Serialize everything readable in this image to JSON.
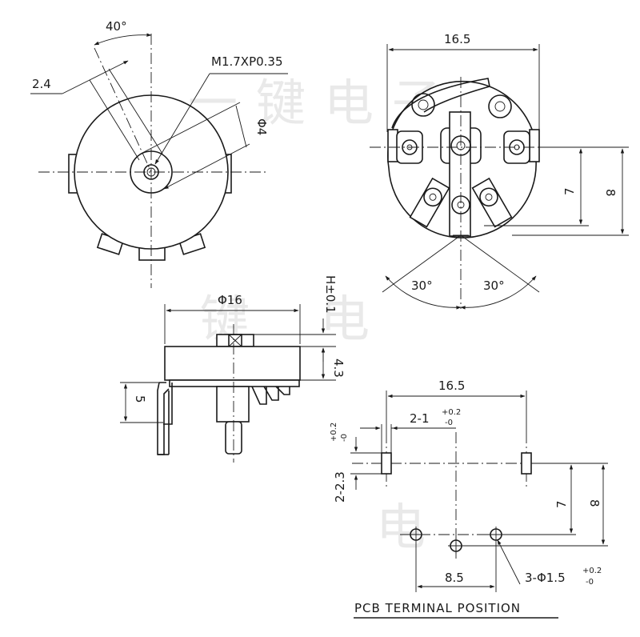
{
  "watermark": {
    "c1": "一",
    "c2": "键",
    "c3": "电",
    "c4": "子"
  },
  "front_view": {
    "angle_label": "40°",
    "slot_width_label": "2.4",
    "thread_label": "M1.7XP0.35",
    "shaft_dia_label": "Φ4"
  },
  "rear_view": {
    "width_label": "16.5",
    "offset_label": "7",
    "height_label": "8",
    "angle_left_label": "30°",
    "angle_right_label": "30°"
  },
  "side_view": {
    "dia_label": "Φ16",
    "height_label": "H±0.1",
    "thickness_label": "4.3",
    "pin_label": "5"
  },
  "pcb_view": {
    "width_label": "16.5",
    "slot_w_label": "2-1",
    "slot_w_tol_top": "+0.2",
    "slot_w_tol_bot": "-0",
    "slot_h_label": "2-2.3",
    "slot_h_tol_top": "+0.2",
    "slot_h_tol_bot": "-0",
    "offset_label": "7",
    "height_label": "8",
    "pitch_label": "8.5",
    "hole_label": "3-Φ1.5",
    "hole_tol_top": "+0.2",
    "hole_tol_bot": "-0",
    "caption": "PCB TERMINAL POSITION"
  }
}
